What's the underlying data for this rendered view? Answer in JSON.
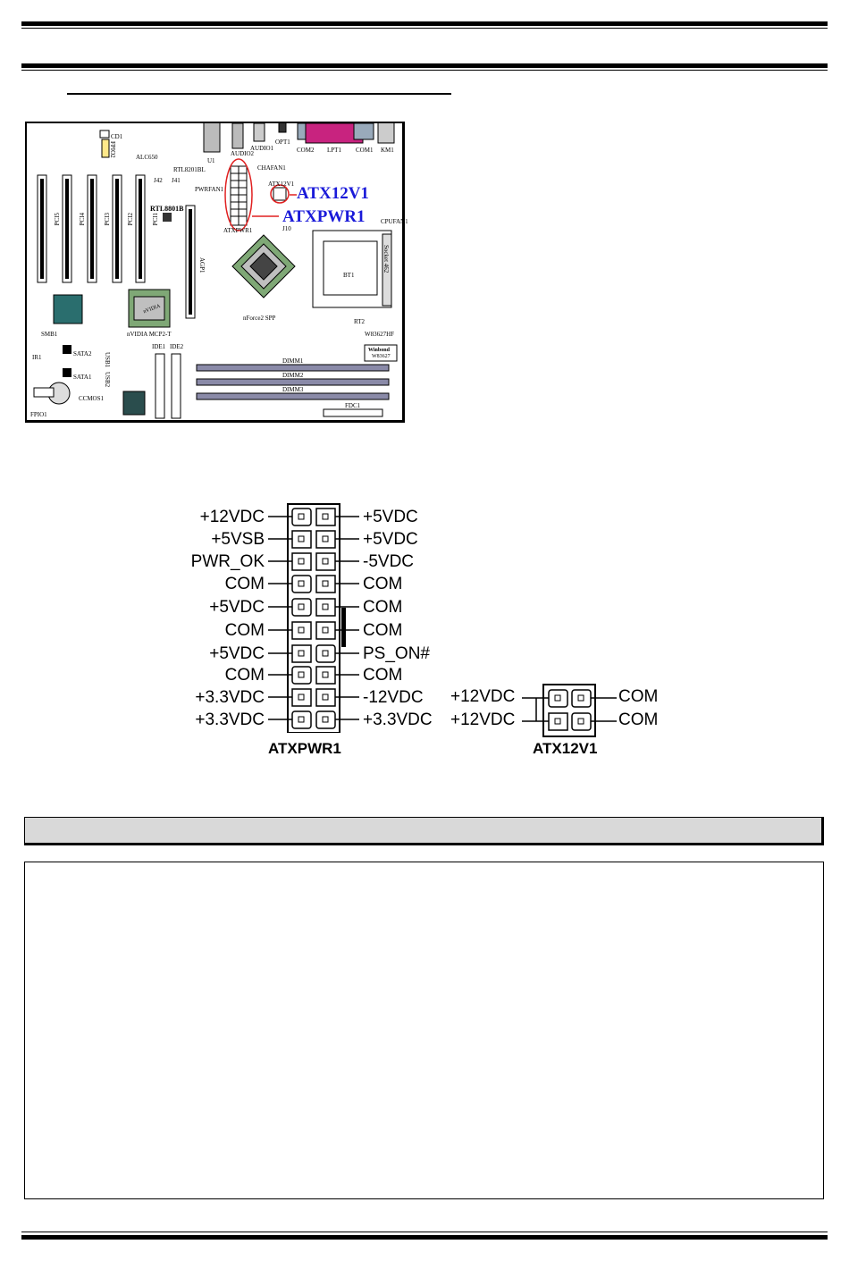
{
  "board": {
    "labels": {
      "cd1": "CD1",
      "fpio2": "FPIO2",
      "alc650": "ALC650",
      "u1": "U1",
      "audio2": "AUDIO2",
      "audio1": "AUDIO1",
      "opt1": "OPT1",
      "com2": "COM2",
      "lpt1": "LPT1",
      "com1": "COM1",
      "km1": "KM1",
      "rtl8201bl": "RTL8201BL",
      "chafan1": "CHAFAN1",
      "j42": "J42",
      "j41": "J41",
      "pwrfan1": "PWRFAN1",
      "atx12v1_small": "ATX12V1",
      "rtl8801b": "RTL8801B",
      "cpufan1": "CPUFAN1",
      "atxpwr1_small": "ATXPWR1",
      "j10": "J10",
      "agp1": "AGP1",
      "bt1": "BT1",
      "socket462": "Socket 462",
      "pci5": "PCI5",
      "pci4": "PCI4",
      "pci3": "PCI3",
      "pci2": "PCI2",
      "pci1": "PCI1",
      "nforce2": "nForce2 SPP",
      "mcp2t": "nVIDIA MCP2-T",
      "rt2": "RT2",
      "w83627hf": "W83627HF",
      "winbond": "Winbond",
      "winchip": "W83627",
      "smb1": "SMB1",
      "sata2": "SATA2",
      "sata1": "SATA1",
      "ir1": "IR1",
      "usb1": "USB1",
      "usb2": "USB2",
      "ide1": "IDE1",
      "ide2": "IDE2",
      "dimm1": "DIMM1",
      "dimm2": "DIMM2",
      "dimm3": "DIMM3",
      "fdc1": "FDC1",
      "fpio1": "FPIO1",
      "ccmos1": "CCMOS1",
      "nvidia_logo": "nVIDIA"
    },
    "callouts": {
      "atx12v1": "ATX12V1",
      "atxpwr1": "ATXPWR1"
    }
  },
  "atxpwr1": {
    "left": [
      "+12VDC",
      "+5VSB",
      "PWR_OK",
      "COM",
      "+5VDC",
      "COM",
      "+5VDC",
      "COM",
      "+3.3VDC",
      "+3.3VDC"
    ],
    "right": [
      "+5VDC",
      "+5VDC",
      "-5VDC",
      "COM",
      "COM",
      "COM",
      "PS_ON#",
      "COM",
      "-12VDC",
      "+3.3VDC"
    ],
    "title": "ATXPWR1"
  },
  "atx12v1": {
    "left": [
      "+12VDC",
      "+12VDC"
    ],
    "right": [
      "COM",
      "COM"
    ],
    "title": "ATX12V1"
  },
  "colors": {
    "callout_blue": "#1a1ad9",
    "callout_red": "#e02020",
    "lpt_magenta": "#c8237f"
  }
}
